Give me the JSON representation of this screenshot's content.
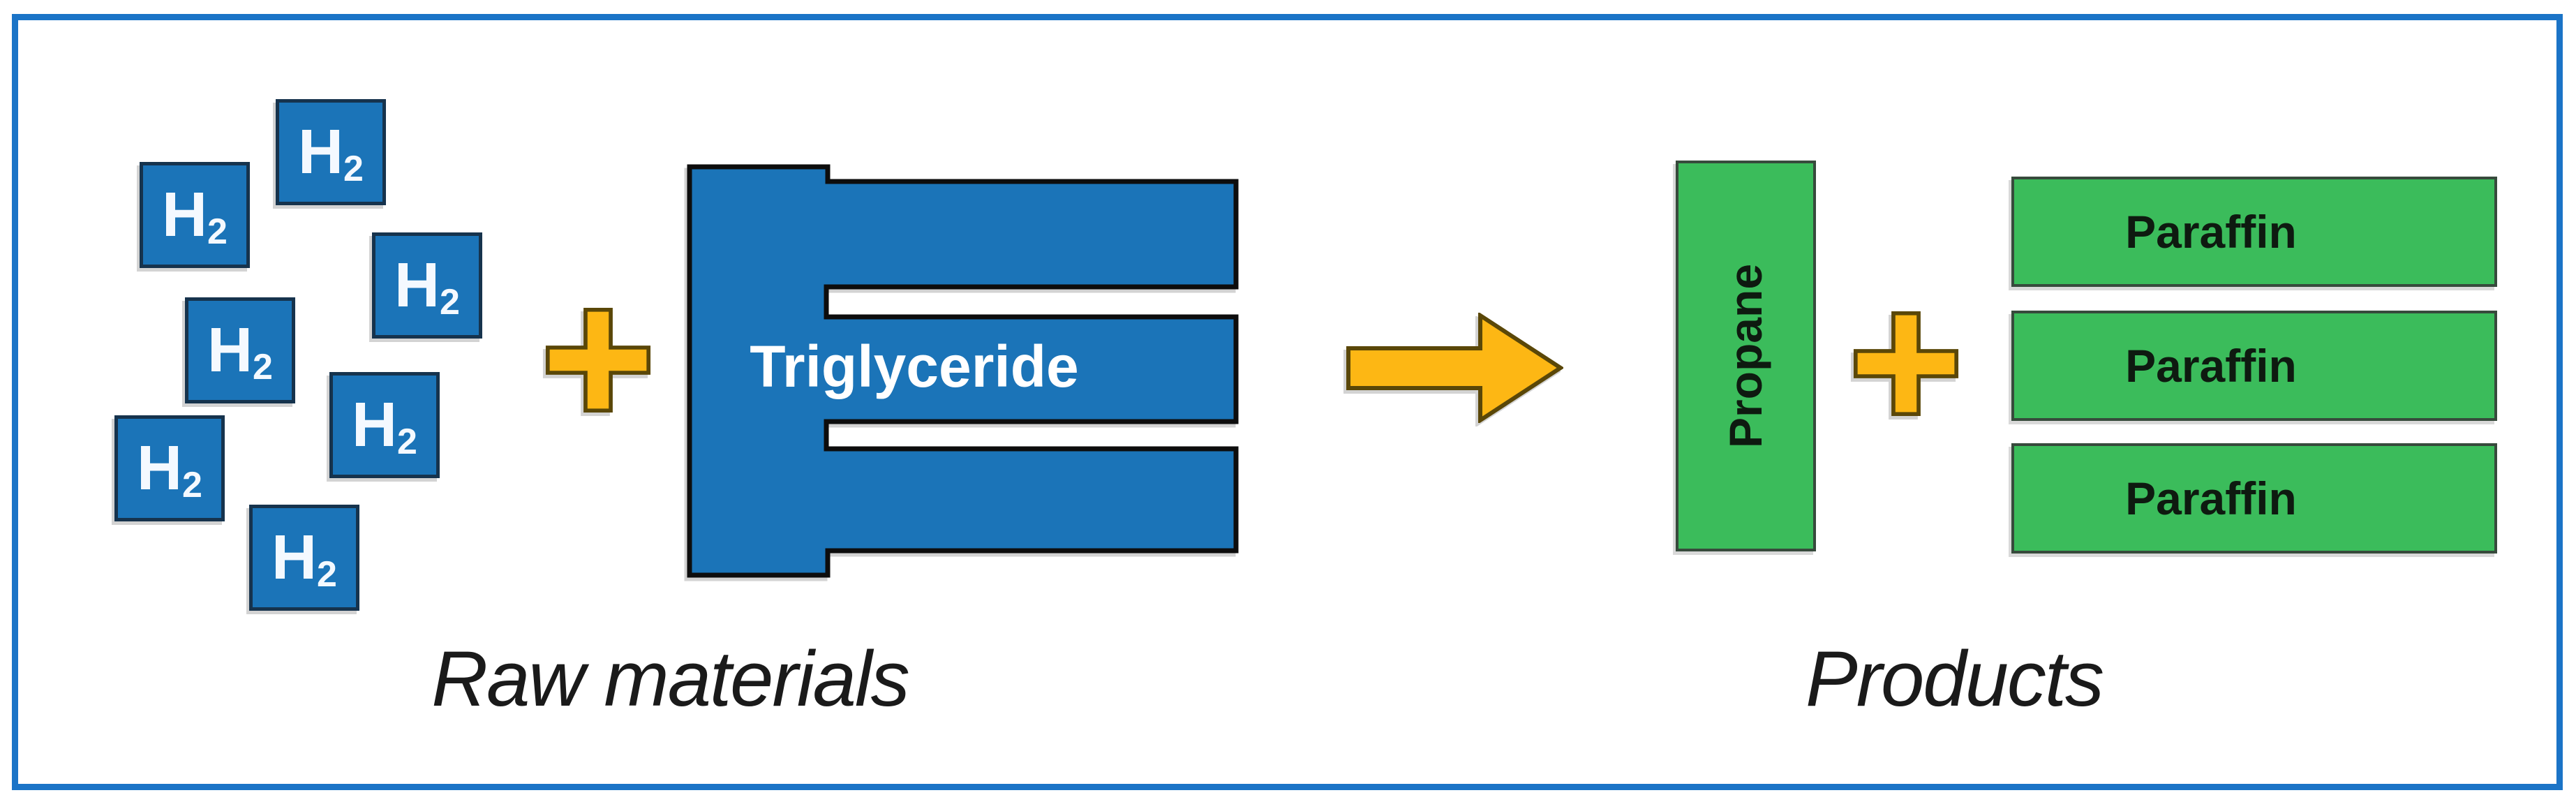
{
  "figure": {
    "reactants": {
      "hydrogen": {
        "symbol": "H",
        "subscript": "2",
        "count": 7
      },
      "triglyceride_label": "Triglyceride",
      "caption": "Raw materials"
    },
    "products": {
      "propane_label": "Propane",
      "paraffin_label": "Paraffin",
      "paraffin_count": 3,
      "caption": "Products"
    },
    "colors": {
      "frame_blue": "#1b74c7",
      "molecule_blue": "#1b74b8",
      "molecule_blue_border": "#16334d",
      "product_green": "#3bbc5b",
      "product_green_border": "#374a3c",
      "operator_orange": "#fdb714",
      "operator_orange_border": "#5a4708",
      "triglyceride_outline": "#0d0d0d",
      "caption_text": "#1a1a1a"
    }
  }
}
